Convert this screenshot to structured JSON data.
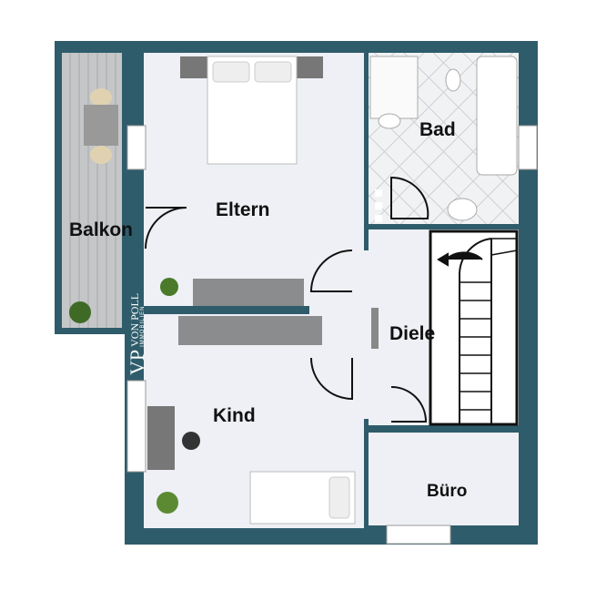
{
  "rooms": {
    "balkon": "Balkon",
    "eltern": "Eltern",
    "bad": "Bad",
    "diele": "Diele",
    "kind": "Kind",
    "buero": "Büro"
  },
  "logo": {
    "mark": "VP",
    "name": "VON POLL",
    "sub": "IMMOBILIEN"
  },
  "colors": {
    "wall": "#2f5c6b",
    "floor": "#eef0f5",
    "balcony": "#bfc1c3"
  }
}
